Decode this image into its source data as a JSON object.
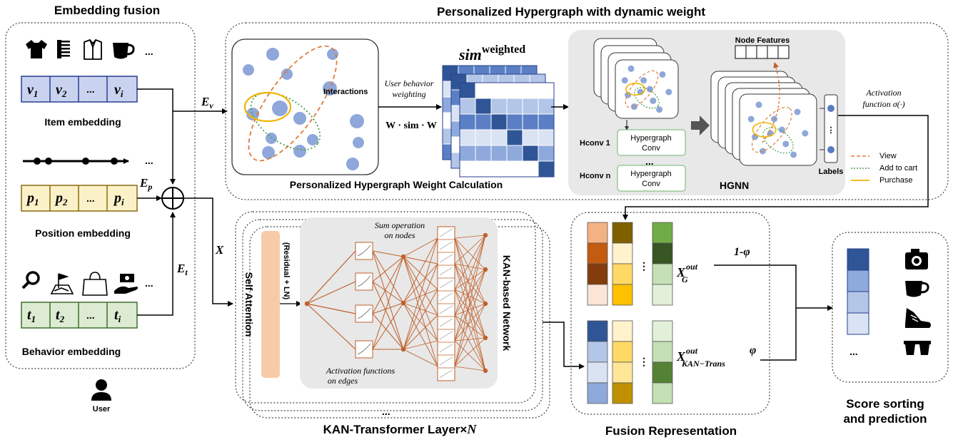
{
  "titles": {
    "embedding_fusion": "Embedding fusion",
    "hypergraph": "Personalized Hypergraph with dynamic weight",
    "kan_layer": "KAN-Transformer Layer×",
    "kan_layer_n": "N",
    "fusion": "Fusion Representation",
    "score_line1": "Score sorting",
    "score_line2": "and prediction"
  },
  "embedding": {
    "item_label": "Item embedding",
    "position_label": "Position embedding",
    "behavior_label": "Behavior embedding",
    "item_cells": [
      "v",
      "v",
      "...",
      "v"
    ],
    "item_subs": [
      "1",
      "2",
      "",
      "i"
    ],
    "position_cells": [
      "p",
      "p",
      "...",
      "p"
    ],
    "position_subs": [
      "1",
      "2",
      "",
      "i"
    ],
    "behavior_cells": [
      "t",
      "t",
      "...",
      "t"
    ],
    "behavior_subs": [
      "1",
      "2",
      "",
      "i"
    ],
    "ellipsis": "...",
    "user_label": "User",
    "colors": {
      "item": "#c9d3ef",
      "position": "#fbf1c9",
      "behavior": "#dcebd1"
    }
  },
  "arrows": {
    "ev": "E",
    "ev_sub": "v",
    "ep": "E",
    "ep_sub": "p",
    "et": "E",
    "et_sub": "t",
    "x": "X",
    "sum_symbol": "⊕"
  },
  "hypergraph": {
    "interactions": "Interactions",
    "weighting_line1": "User behavior",
    "weighting_line2": "weighting",
    "formula": "W · sim · W",
    "sim_prefix": "sim",
    "sim_sup": "weighted",
    "calc_label": "Personalized Hypergraph Weight Calculation",
    "node_features": "Node Features",
    "hconv1": "Hconv 1",
    "hconvn": "Hconv n",
    "hgconv_line1": "Hypergraph",
    "hgconv_line2": "Conv",
    "dots": "...",
    "hgnn": "HGNN",
    "labels": "Labels",
    "activation_line1": "Activation",
    "activation_line2": "function σ(·)",
    "legend": [
      {
        "label": "View",
        "color": "#e07b39",
        "style": "dashed"
      },
      {
        "label": "Add to cart",
        "color": "#4aa04a",
        "style": "dotted"
      },
      {
        "label": "Purchase",
        "color": "#f0b400",
        "style": "solid"
      }
    ]
  },
  "kan": {
    "self_attention": "Self Attention",
    "residual": "(Residual + LN)",
    "sum_op_line1": "Sum operation",
    "sum_op_line2": "on nodes",
    "act_line1": "Activation functions",
    "act_line2": "on edges",
    "kan_network": "KAN-based Network",
    "more": "..."
  },
  "fusion": {
    "xg": "X",
    "xg_sup": "out",
    "xg_sub": "G",
    "xkan": "X",
    "xkan_sup": "out",
    "xkan_sub": "KAN−Trans",
    "one_minus_phi": "1-φ",
    "phi": "φ"
  },
  "score": {
    "dots": "..."
  }
}
